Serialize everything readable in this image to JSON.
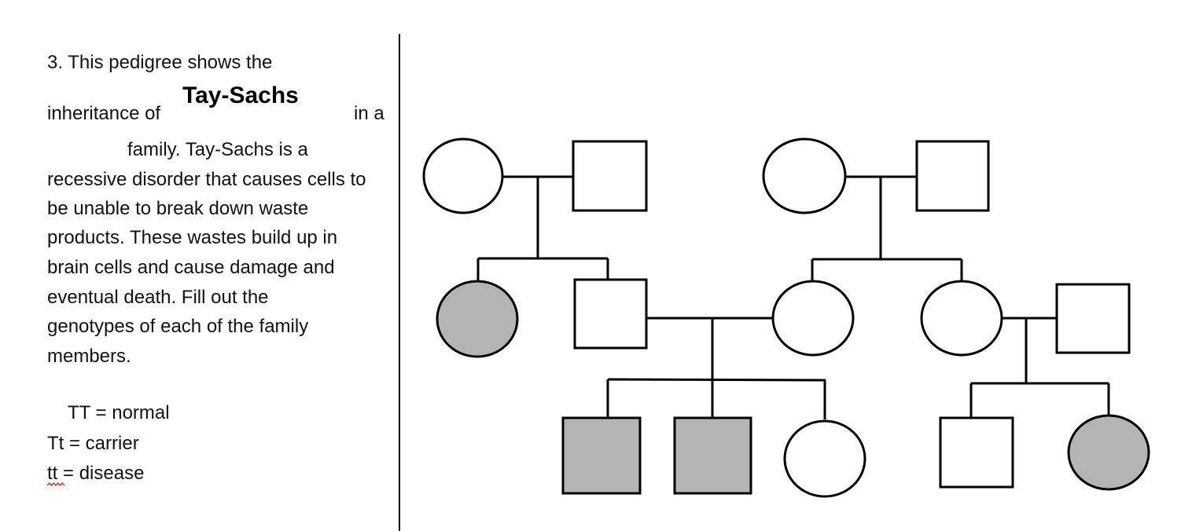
{
  "question": {
    "line1": "3. This pedigree shows the",
    "line2_start": "inheritance of",
    "filled_blank": "Tay-Sachs",
    "line2_end": "in a",
    "line3": "family. Tay-Sachs is a",
    "line4": "recessive disorder that causes cells to",
    "line5": "be unable to break down waste",
    "line6": "products. These wastes build up in",
    "line7": "brain cells and cause damage and",
    "line8": "eventual death.  Fill out the",
    "line9": "genotypes of each of the family",
    "line10": "members."
  },
  "key": {
    "normal": "TT = normal",
    "carrier": "Tt = carrier",
    "disease": "tt = disease"
  },
  "colors": {
    "affected_fill": "#b4b4b4",
    "unaffected_fill": "#ffffff",
    "line": "#000000",
    "spellcheck": "#cc0000"
  },
  "pedigree": {
    "individuals": [
      {
        "id": "g1-mother-left",
        "sex": "female",
        "affected": false
      },
      {
        "id": "g1-father-left",
        "sex": "male",
        "affected": false
      },
      {
        "id": "g1-mother-right",
        "sex": "female",
        "affected": false
      },
      {
        "id": "g1-father-right",
        "sex": "male",
        "affected": false
      },
      {
        "id": "g2-daughter-left",
        "sex": "female",
        "affected": true
      },
      {
        "id": "g2-son-left",
        "sex": "male",
        "affected": false
      },
      {
        "id": "g2-daughter-middle",
        "sex": "female",
        "affected": false
      },
      {
        "id": "g2-daughter-right",
        "sex": "female",
        "affected": false
      },
      {
        "id": "g2-husband-right",
        "sex": "male",
        "affected": false
      },
      {
        "id": "g3-son-1",
        "sex": "male",
        "affected": true
      },
      {
        "id": "g3-son-2",
        "sex": "male",
        "affected": true
      },
      {
        "id": "g3-daughter-3",
        "sex": "female",
        "affected": false
      },
      {
        "id": "g3-son-4",
        "sex": "male",
        "affected": false
      },
      {
        "id": "g3-daughter-5",
        "sex": "female",
        "affected": true
      }
    ]
  }
}
